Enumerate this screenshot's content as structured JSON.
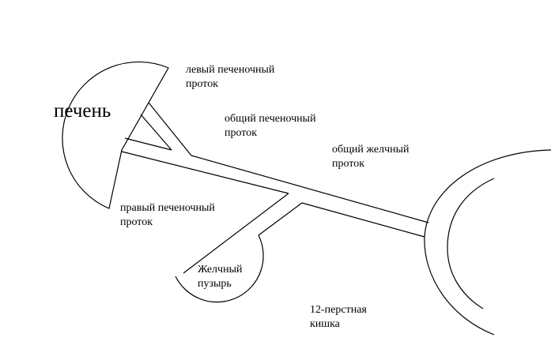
{
  "organs": {
    "liver": "печень",
    "gallbladder_line1": "Желчный",
    "gallbladder_line2": "пузырь",
    "duodenum_line1": "12-перстная",
    "duodenum_line2": "кишка"
  },
  "ducts": {
    "left_hepatic_line1": "левый печеночный",
    "left_hepatic_line2": "проток",
    "right_hepatic_line1": "правый печеночный",
    "right_hepatic_line2": "проток",
    "common_hepatic_line1": "общий печеночный",
    "common_hepatic_line2": "проток",
    "common_bile_line1": "общий желчный",
    "common_bile_line2": "проток"
  },
  "colors": {
    "stroke": "#000000",
    "background": "#ffffff"
  }
}
